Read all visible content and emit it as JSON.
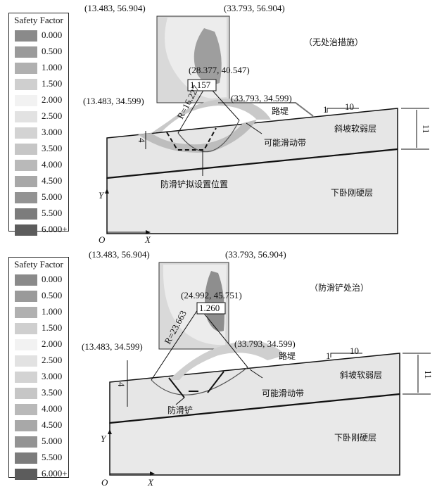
{
  "legend": {
    "title": "Safety Factor",
    "levels": [
      "0.000",
      "0.500",
      "1.000",
      "1.500",
      "2.000",
      "2.500",
      "3.000",
      "3.500",
      "4.000",
      "4.500",
      "5.000",
      "5.500",
      "6.000+"
    ],
    "colors": [
      "#8a8a8a",
      "#9a9a9a",
      "#b0b0b0",
      "#cfcfcf",
      "#f2f2f2",
      "#e2e2e2",
      "#d3d3d3",
      "#c6c6c6",
      "#b9b9b9",
      "#a8a8a8",
      "#939393",
      "#7c7c7c",
      "#5c5c5c"
    ]
  },
  "panel1": {
    "caption": "（无处治措施）",
    "coord_top_left": "(13.483, 56.904)",
    "coord_top_right": "(33.793, 56.904)",
    "coord_center": "(28.377, 40.547)",
    "factor": "1.157",
    "radius": "R=16.227",
    "coord_mid_left": "(13.483, 34.599)",
    "coord_mid_right": "(33.793, 34.599)",
    "road_label": "路堤",
    "slope_ratio_1": "1",
    "slope_ratio_10": "10",
    "weak_layer": "斜坡软弱层",
    "thickness": "11",
    "depth": "4",
    "slide_zone": "可能滑动带",
    "pile_label": "防滑铲拟设置位置",
    "hard_layer": "下卧刚硬层",
    "axis_y": "Y",
    "axis_x": "X",
    "origin": "O"
  },
  "panel2": {
    "caption": "（防滑铲处治）",
    "coord_top_left": "(13.483, 56.904)",
    "coord_top_right": "(33.793, 56.904)",
    "coord_center": "(24.992, 45.751)",
    "factor": "1.260",
    "radius": "R=23.663",
    "coord_mid_left": "(13.483, 34.599)",
    "coord_mid_right": "(33.793, 34.599)",
    "road_label": "路堤",
    "slope_ratio_1": "1",
    "slope_ratio_10": "10",
    "weak_layer": "斜坡软弱层",
    "thickness": "11",
    "depth": "4",
    "slide_zone": "可能滑动带",
    "pile_label": "防滑铲",
    "hard_layer": "下卧刚硬层",
    "axis_y": "Y",
    "axis_x": "X",
    "origin": "O"
  }
}
